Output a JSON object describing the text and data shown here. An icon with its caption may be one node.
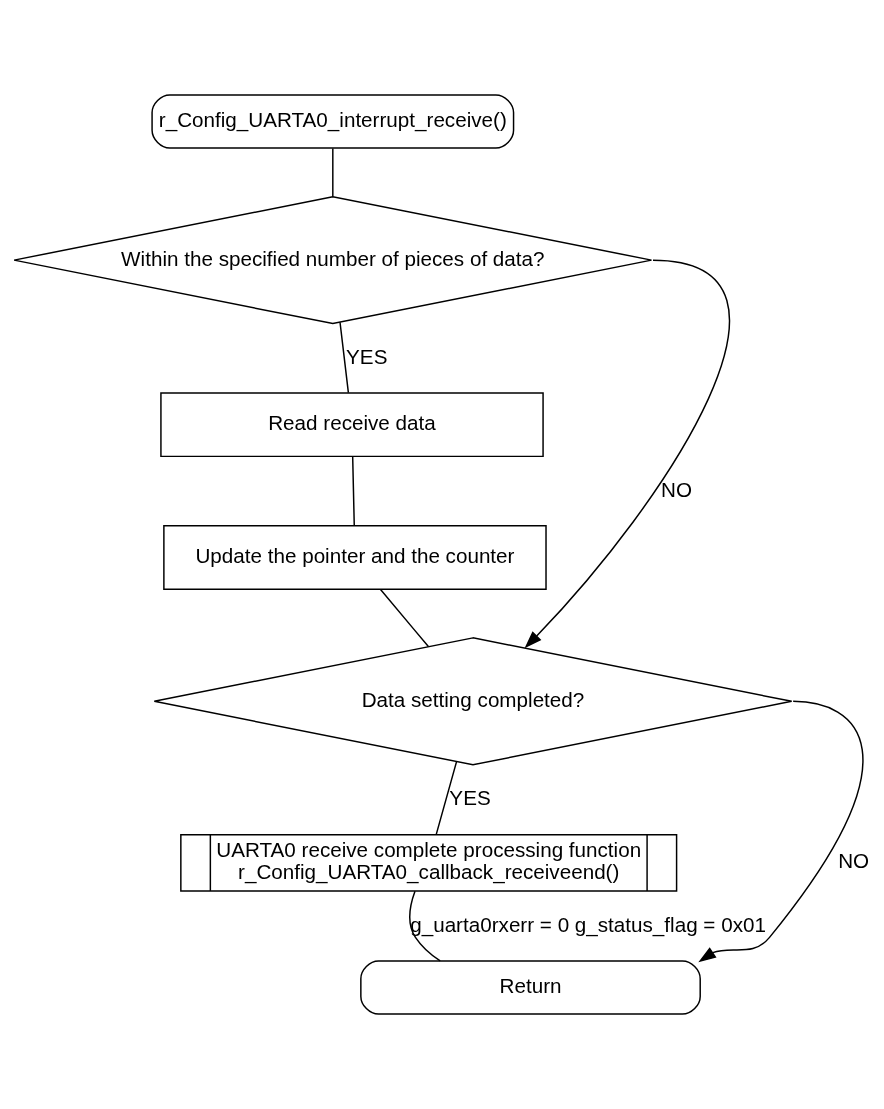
{
  "diagram": {
    "nodes": [
      {
        "text": [
          "r_Config_UARTA0_interrupt_receive()"
        ]
      },
      {
        "text": [
          "Within the specified number of pieces of data?"
        ]
      },
      {
        "text": [
          "Read receive data"
        ]
      },
      {
        "text": [
          "Update the pointer and the counter"
        ]
      },
      {
        "text": [
          "Data setting completed?"
        ]
      },
      {
        "text": [
          "UARTA0 receive complete processing function",
          "r_Config_UARTA0_callback_receiveend()"
        ]
      },
      {
        "text": [
          "Return"
        ]
      }
    ],
    "edges": [
      {
        "from": 0,
        "to": 1,
        "arrow": "none"
      },
      {
        "from": 1,
        "to": 2,
        "arrow": "none",
        "label": "YES"
      },
      {
        "from": 2,
        "to": 3,
        "arrow": "none"
      },
      {
        "from": 3,
        "to": 4,
        "arrow": "none"
      },
      {
        "from": 1,
        "to": 4,
        "arrow": "to",
        "label": "NO"
      },
      {
        "from": 4,
        "to": 5,
        "arrow": "none",
        "label": "YES"
      },
      {
        "from": 5,
        "to": 6,
        "arrow": "none",
        "label": "g_uarta0rxerr = 0 g_status_flag = 0x01"
      },
      {
        "from": 4,
        "to": 6,
        "arrow": "to",
        "label": "NO"
      }
    ]
  }
}
